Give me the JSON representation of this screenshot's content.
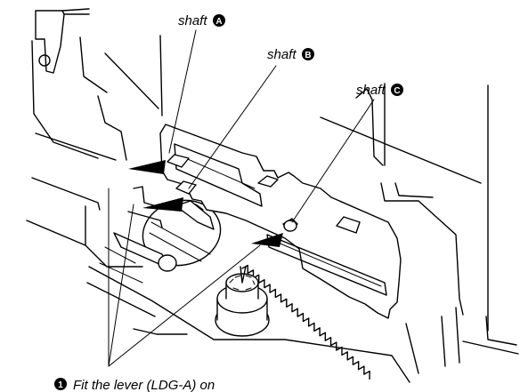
{
  "callouts": [
    {
      "text": "shaft",
      "badge": "A"
    },
    {
      "text": "shaft",
      "badge": "B"
    },
    {
      "text": "shaft",
      "badge": "C"
    }
  ],
  "instruction": {
    "step": "1",
    "text": "Fit the lever (LDG-A) on"
  }
}
